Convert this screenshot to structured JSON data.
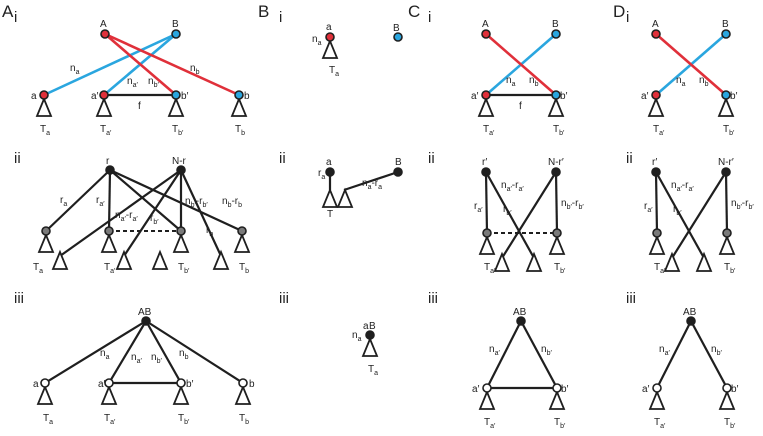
{
  "panels": [
    {
      "letter": "A",
      "rows": [
        "i",
        "ii",
        "iii"
      ]
    },
    {
      "letter": "B",
      "rows": [
        "i",
        "ii",
        "iii"
      ]
    },
    {
      "letter": "C",
      "rows": [
        "i",
        "ii",
        "iii"
      ]
    },
    {
      "letter": "D",
      "rows": [
        "i",
        "ii",
        "iii"
      ]
    }
  ],
  "colors": {
    "lineage_A": "#e0303a",
    "lineage_B": "#2aa6df",
    "edge": "#1f1f1f",
    "internal_node": "#7a7a7a",
    "root_node": "#1f1f1f",
    "tip_node": "#ffffff"
  },
  "labels": {
    "A": "A",
    "B": "B",
    "AB": "AB",
    "a": "a",
    "ap": "a′",
    "b": "b",
    "bp": "b′",
    "r": "r",
    "rp": "r′",
    "Nr": "N-r",
    "Nrp": "N-r′",
    "f": "f",
    "n": "n",
    "r_sym": "r",
    "T": "T",
    "sub_a": "a",
    "sub_ap": "a′",
    "sub_b": "b",
    "sub_bp": "b′",
    "minus": "-",
    "minus_r": "-r"
  }
}
